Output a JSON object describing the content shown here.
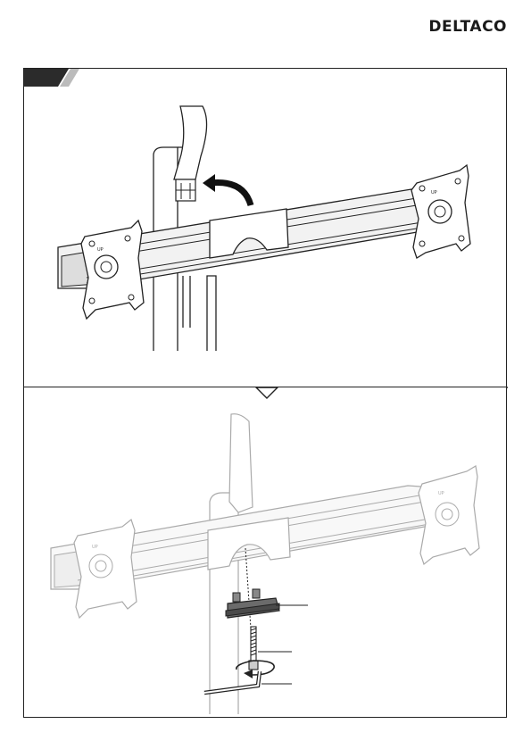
{
  "brand": {
    "name": "DELTACO"
  },
  "colors": {
    "line": "#222222",
    "light_fill": "#f2f2f2",
    "clamp_fill": "#6b6b6b",
    "tab_fill": "#2b2b2b"
  },
  "figures": [
    {
      "id": "step-top",
      "labels": {
        "monitor_plate_text": "UP"
      }
    },
    {
      "id": "step-bottom",
      "labels": {
        "monitor_plate_text": "UP"
      }
    }
  ]
}
